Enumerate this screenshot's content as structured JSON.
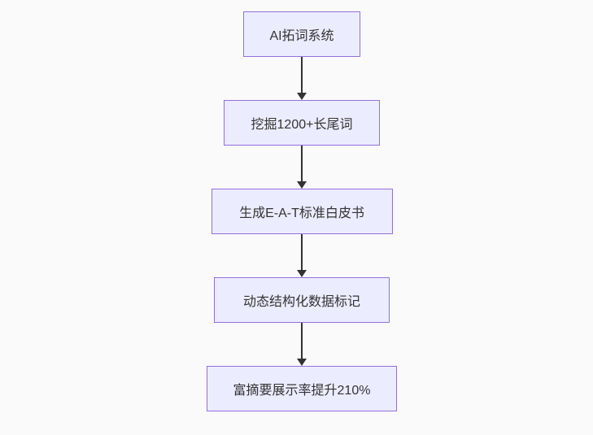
{
  "background_color": "#fafafa",
  "flowchart": {
    "type": "vertical-flow",
    "node_fill": "#ECECFF",
    "node_border": "#9370DB",
    "text_color": "#333333",
    "arrow_color": "#333333",
    "nodes": [
      {
        "label": "AI拓词系统"
      },
      {
        "label": "挖掘1200+长尾词"
      },
      {
        "label": "生成E-A-T标准白皮书"
      },
      {
        "label": "动态结构化数据标记"
      },
      {
        "label": "富摘要展示率提升210%"
      }
    ]
  }
}
